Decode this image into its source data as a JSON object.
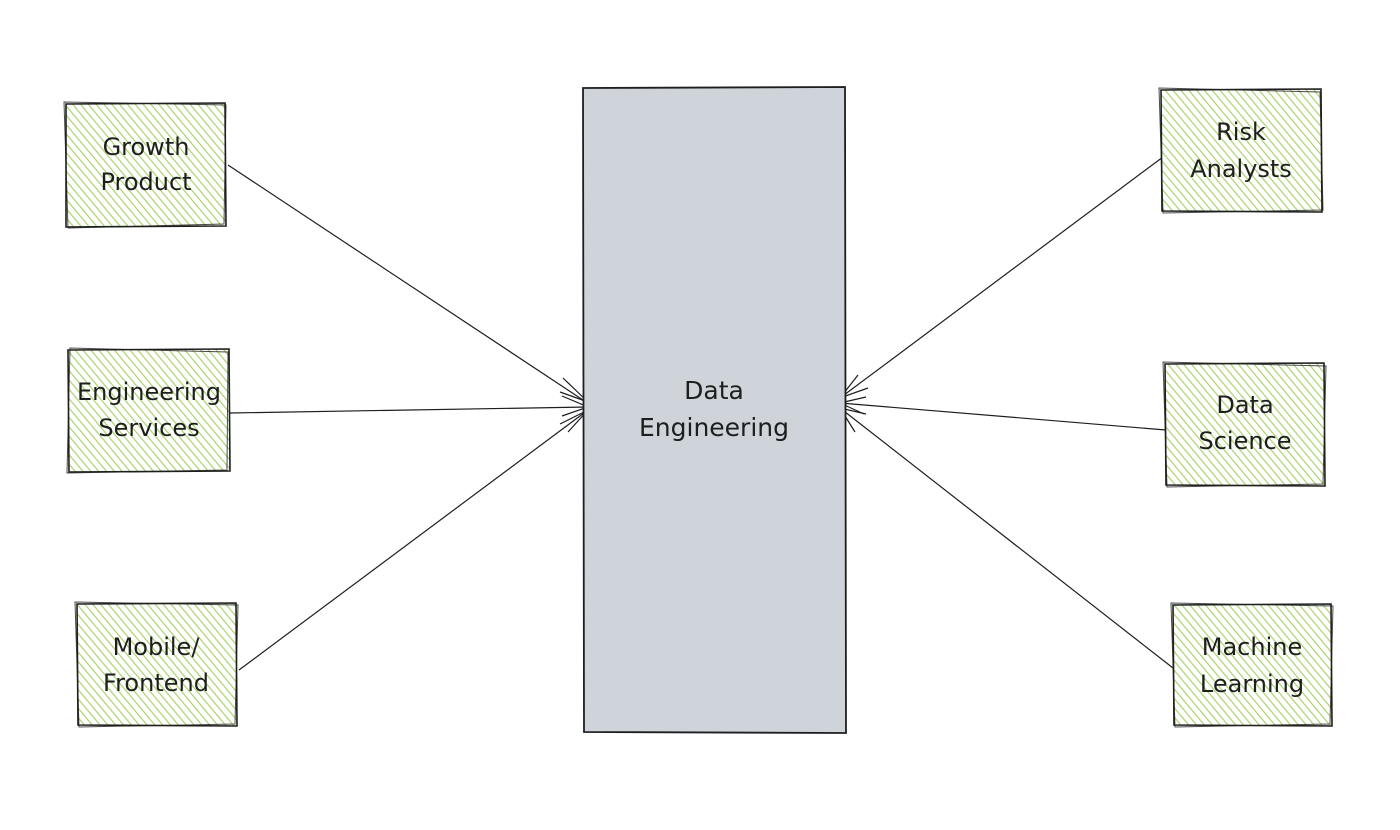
{
  "diagram": {
    "center": {
      "id": "data-engineering",
      "lines": [
        "Data",
        "Engineering"
      ]
    },
    "nodes": [
      {
        "id": "growth-product",
        "lines": [
          "Growth",
          "Product"
        ],
        "side": "left",
        "direction": "to-center"
      },
      {
        "id": "engineering-services",
        "lines": [
          "Engineering",
          "Services"
        ],
        "side": "left",
        "direction": "to-center"
      },
      {
        "id": "mobile-frontend",
        "lines": [
          "Mobile/",
          "Frontend"
        ],
        "side": "left",
        "direction": "to-center"
      },
      {
        "id": "risk-analysts",
        "lines": [
          "Risk",
          "Analysts"
        ],
        "side": "right",
        "direction": "to-center"
      },
      {
        "id": "data-science",
        "lines": [
          "Data",
          "Science"
        ],
        "side": "right",
        "direction": "to-center"
      },
      {
        "id": "machine-learning",
        "lines": [
          "Machine",
          "Learning"
        ],
        "side": "right",
        "direction": "to-center"
      }
    ],
    "colors": {
      "node_fill": "#a9d36b",
      "center_fill": "#ced4da",
      "stroke": "#1e1e1e"
    }
  }
}
